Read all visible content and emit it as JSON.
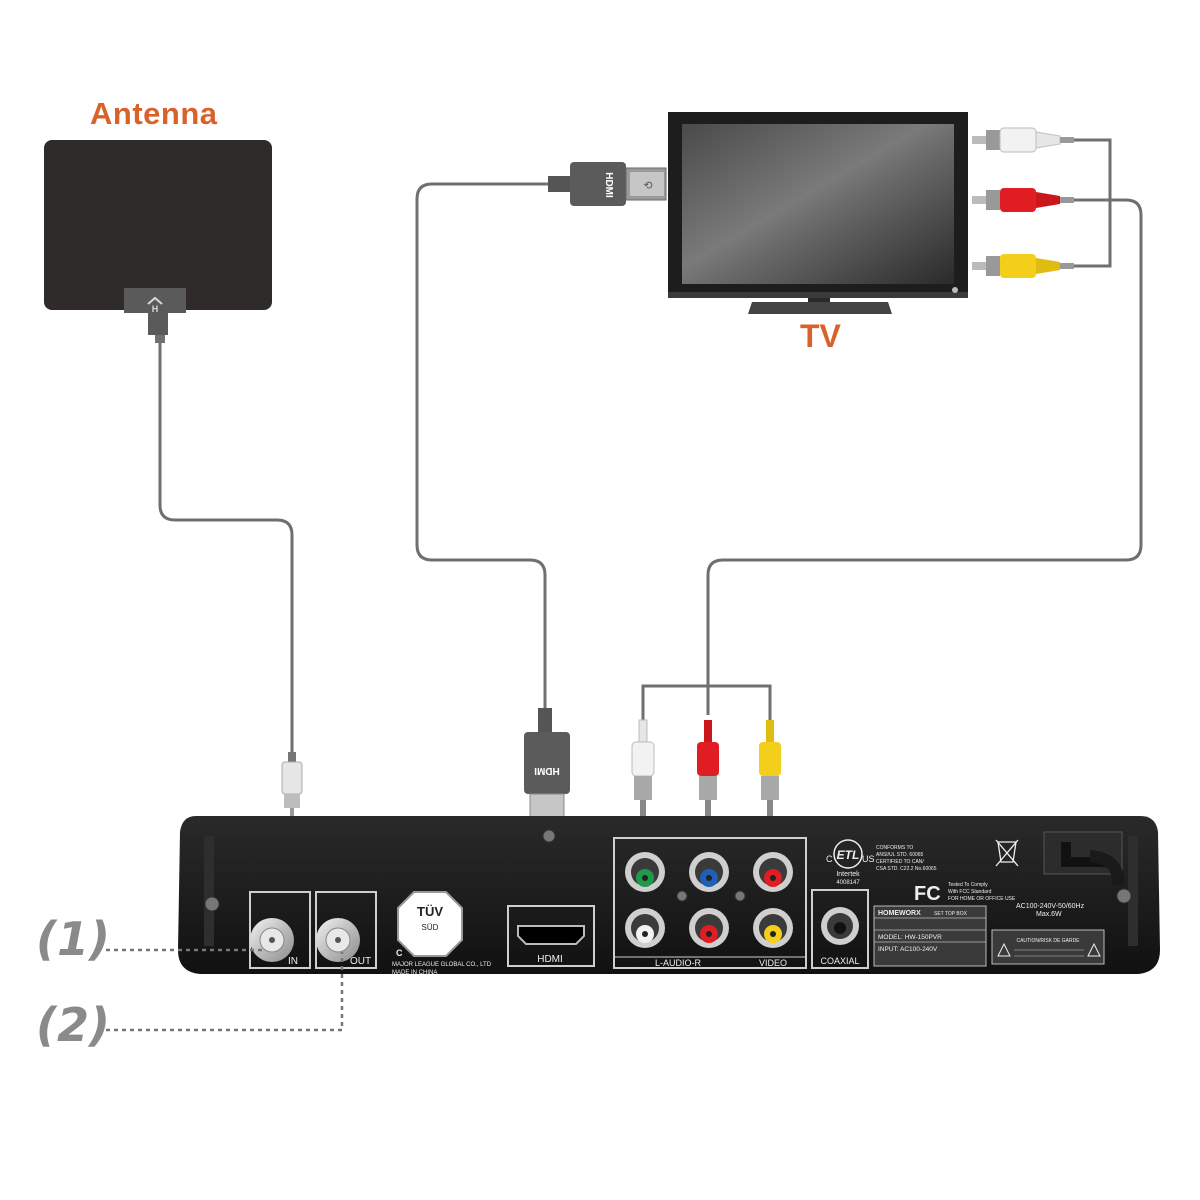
{
  "labels": {
    "antenna": "Antenna",
    "tv": "TV",
    "callout_1": "(1)",
    "callout_2": "(2)"
  },
  "hdmi_plug_text": "HDMI",
  "box": {
    "port_in": "IN",
    "port_out": "OUT",
    "tuv_text": "TÜV",
    "tuv_sub": "SÜD",
    "company_c": "C",
    "company": "MAJOR LEAGUE GLOBAL CO., LTD",
    "made_in": "MADE IN CHINA",
    "hdmi_port": "HDMI",
    "audio_label": "L-AUDIO-R",
    "video_label": "VIDEO",
    "coaxial_label": "COAXIAL",
    "etl_c": "C",
    "etl_us": "US",
    "etl_intertek": "Intertek",
    "etl_number": "4008147",
    "conforms": [
      "CONFORMS TO",
      "ANSI/UL STD. 60065",
      "CERTIFIED TO CAN/",
      "CSA STD. C22.2 No.60065"
    ],
    "fc": "FC",
    "fcc_text": [
      "Tested To Comply",
      "With FCC Standard",
      "FOR HOME OR OFFICE USE"
    ],
    "power_rating": [
      "AC100-240V-50/60Hz",
      "Max.6W"
    ],
    "brand": "HOMEWORX",
    "settop": "SET TOP BOX",
    "model": "MODEL: HW-150PVR",
    "input": "INPUT: AC100-240V",
    "caution": "CAUTION/RISK DE GARDE"
  },
  "colors": {
    "label_orange": "#d9622b",
    "callout_gray": "#8a8a8a",
    "cable_gray": "#6f6f6f",
    "box_black": "#1c1c1c",
    "rca_white": "#f2f2f2",
    "rca_red": "#e01d22",
    "rca_yellow": "#f3cf1b",
    "component_green": "#1f9a4a",
    "component_blue": "#1f5fb5"
  }
}
